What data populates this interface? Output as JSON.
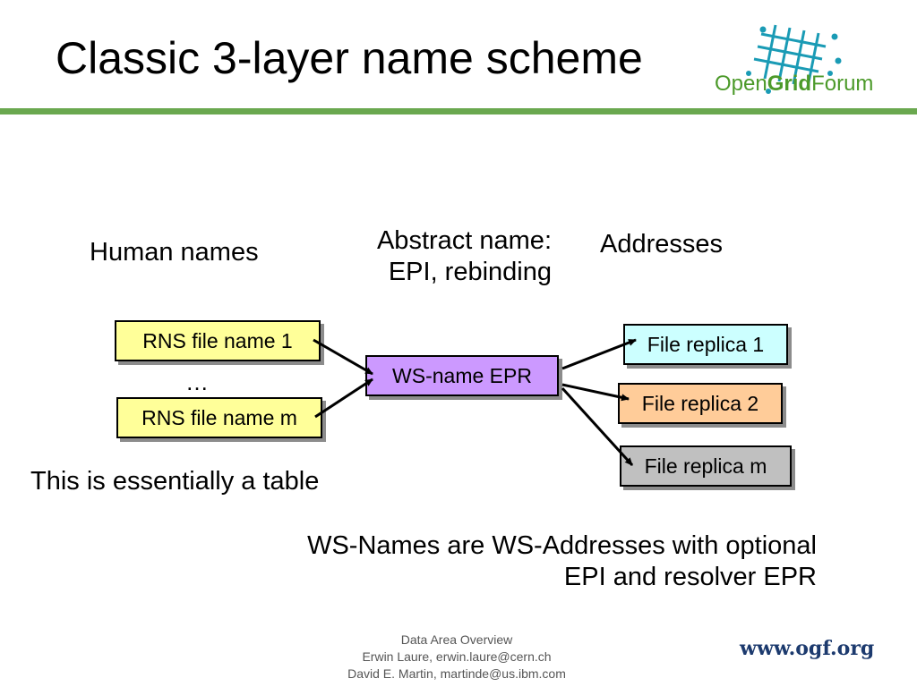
{
  "slide": {
    "title": "Classic 3-layer name scheme",
    "logo_text": {
      "part1": "Open",
      "part2": "Grid",
      "part3": "Forum"
    },
    "column_headers": {
      "human": "Human names",
      "abstract_line1": "Abstract name:",
      "abstract_line2": "EPI, rebinding",
      "addresses": "Addresses"
    },
    "human_boxes": [
      "RNS file name 1",
      "RNS file name m"
    ],
    "ellipsis": "…",
    "center_box": "WS-name EPR",
    "replica_boxes": [
      "File replica 1",
      "File replica 2",
      "File replica m"
    ],
    "note_table": "This is essentially a table",
    "note_ws_line1": "WS-Names are WS-Addresses with optional",
    "note_ws_line2": "EPI and resolver EPR"
  },
  "footer": {
    "line1": "Data Area Overview",
    "line2": "Erwin Laure, erwin.laure@cern.ch",
    "line3": "David E. Martin, martinde@us.ibm.com",
    "url": "www.ogf.org"
  },
  "colors": {
    "accent_rule": "#6aa84f",
    "human_box": "#ffff99",
    "center_box": "#cc99ff",
    "replica_1": "#ccffff",
    "replica_2": "#ffcc99",
    "replica_m": "#c0c0c0"
  }
}
